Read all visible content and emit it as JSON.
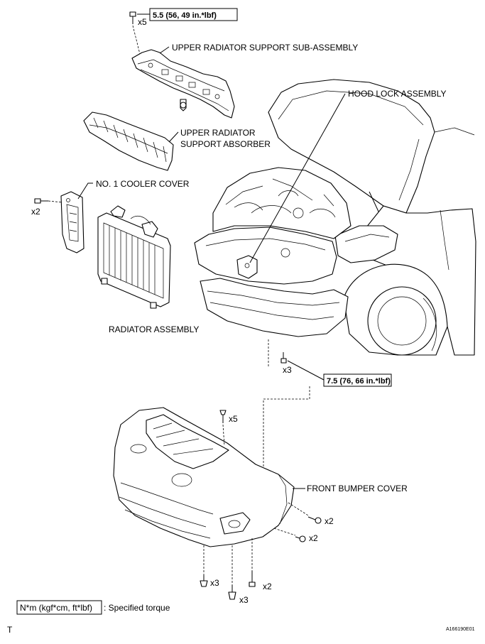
{
  "labels": {
    "upper_support": "UPPER RADIATOR SUPPORT SUB-ASSEMBLY",
    "absorber_line1": "UPPER RADIATOR",
    "absorber_line2": "SUPPORT ABSORBER",
    "cooler_cover": "NO. 1 COOLER COVER",
    "radiator": "RADIATOR ASSEMBLY",
    "hood_lock": "HOOD LOCK ASSEMBLY",
    "bumper": "FRONT BUMPER COVER"
  },
  "torques": {
    "top": "5.5 (56, 49 in.*lbf)",
    "middle": "7.5 (76, 66 in.*lbf)"
  },
  "counts": {
    "top_bolts": "x5",
    "cooler_bolts": "x2",
    "hood_bolts": "x3",
    "bumper_top_clips": "x5",
    "side_screw_1": "x2",
    "side_screw_2": "x2",
    "bottom_clip_left": "x3",
    "bottom_screw_right": "x2",
    "bottom_clip_center": "x3"
  },
  "legend": {
    "unit": "N*m (kgf*cm, ft*lbf)",
    "description": ": Specified torque"
  },
  "footer": {
    "corner_mark": "T",
    "figure_id": "A166190E01"
  }
}
